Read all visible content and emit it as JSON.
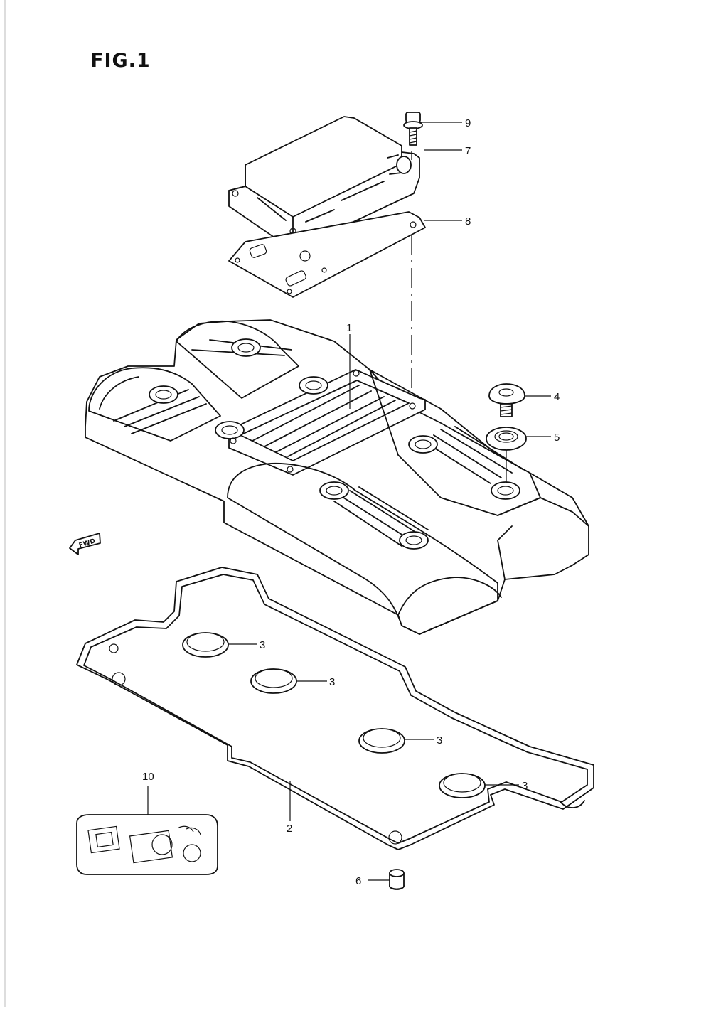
{
  "figure": {
    "label": "FIG.1",
    "fwd_tag": "FWD"
  },
  "callouts": [
    {
      "id": "c9",
      "text": "9"
    },
    {
      "id": "c7",
      "text": "7"
    },
    {
      "id": "c8",
      "text": "8"
    },
    {
      "id": "c1",
      "text": "1"
    },
    {
      "id": "c4",
      "text": "4"
    },
    {
      "id": "c5",
      "text": "5"
    },
    {
      "id": "c3a",
      "text": "3"
    },
    {
      "id": "c3b",
      "text": "3"
    },
    {
      "id": "c3c",
      "text": "3"
    },
    {
      "id": "c3d",
      "text": "3"
    },
    {
      "id": "c10",
      "text": "10"
    },
    {
      "id": "c2",
      "text": "2"
    },
    {
      "id": "c6",
      "text": "6"
    }
  ]
}
